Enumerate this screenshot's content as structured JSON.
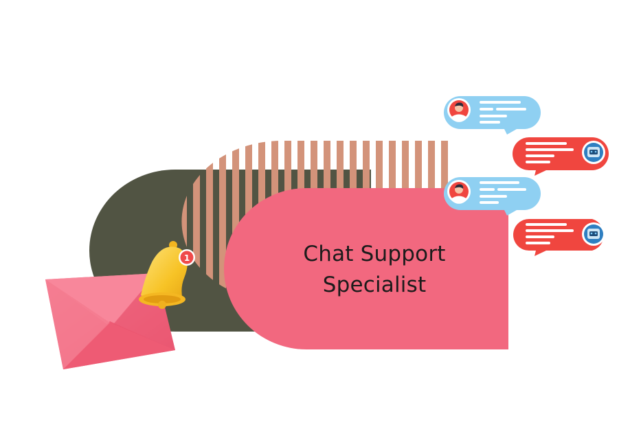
{
  "card": {
    "title_line1": "Chat Support",
    "title_line2": "Specialist"
  },
  "bell": {
    "badge_count": "1"
  },
  "chat": {
    "messages": [
      {
        "sender": "customer",
        "avatar": "person-avatar-icon"
      },
      {
        "sender": "bot",
        "avatar": "robot-avatar-icon"
      },
      {
        "sender": "customer",
        "avatar": "person-avatar-icon"
      },
      {
        "sender": "bot",
        "avatar": "robot-avatar-icon"
      }
    ]
  },
  "colors": {
    "dark_olive": "#515443",
    "stripe_tan": "#d3937a",
    "card_pink": "#f2687f",
    "bubble_blue": "#8fd0f2",
    "bubble_red": "#f0463f",
    "bell_yellow": "#f7c326",
    "badge_red": "#ef4a4a",
    "envelope_pink": "#f26b80"
  }
}
